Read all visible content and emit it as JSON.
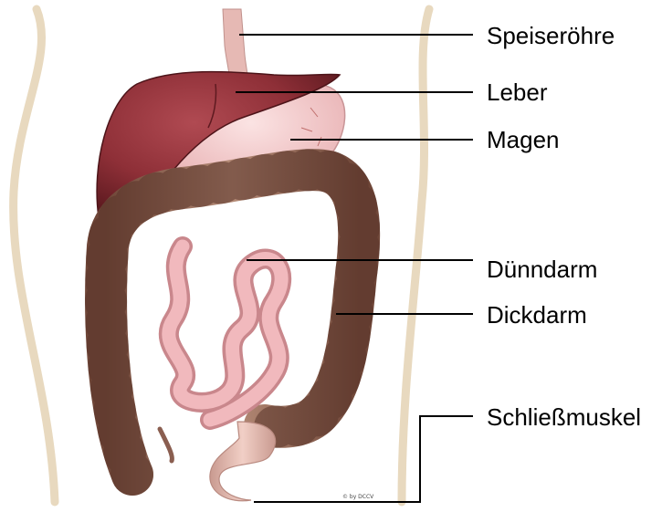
{
  "labels": {
    "speiseroehre": "Speiseröhre",
    "leber": "Leber",
    "magen": "Magen",
    "duenndarm": "Dünndarm",
    "dickdarm": "Dickdarm",
    "schliessmuskel": "Schließmuskel"
  },
  "credit": "© by DCCV",
  "colors": {
    "liver": "#8e2f37",
    "stomach": "#f2c6c6",
    "small_intestine": "#e7a3a8",
    "large_intestine": "#9a6b5a",
    "body_outline": "#e8d9bf",
    "leader_line": "#000000"
  }
}
